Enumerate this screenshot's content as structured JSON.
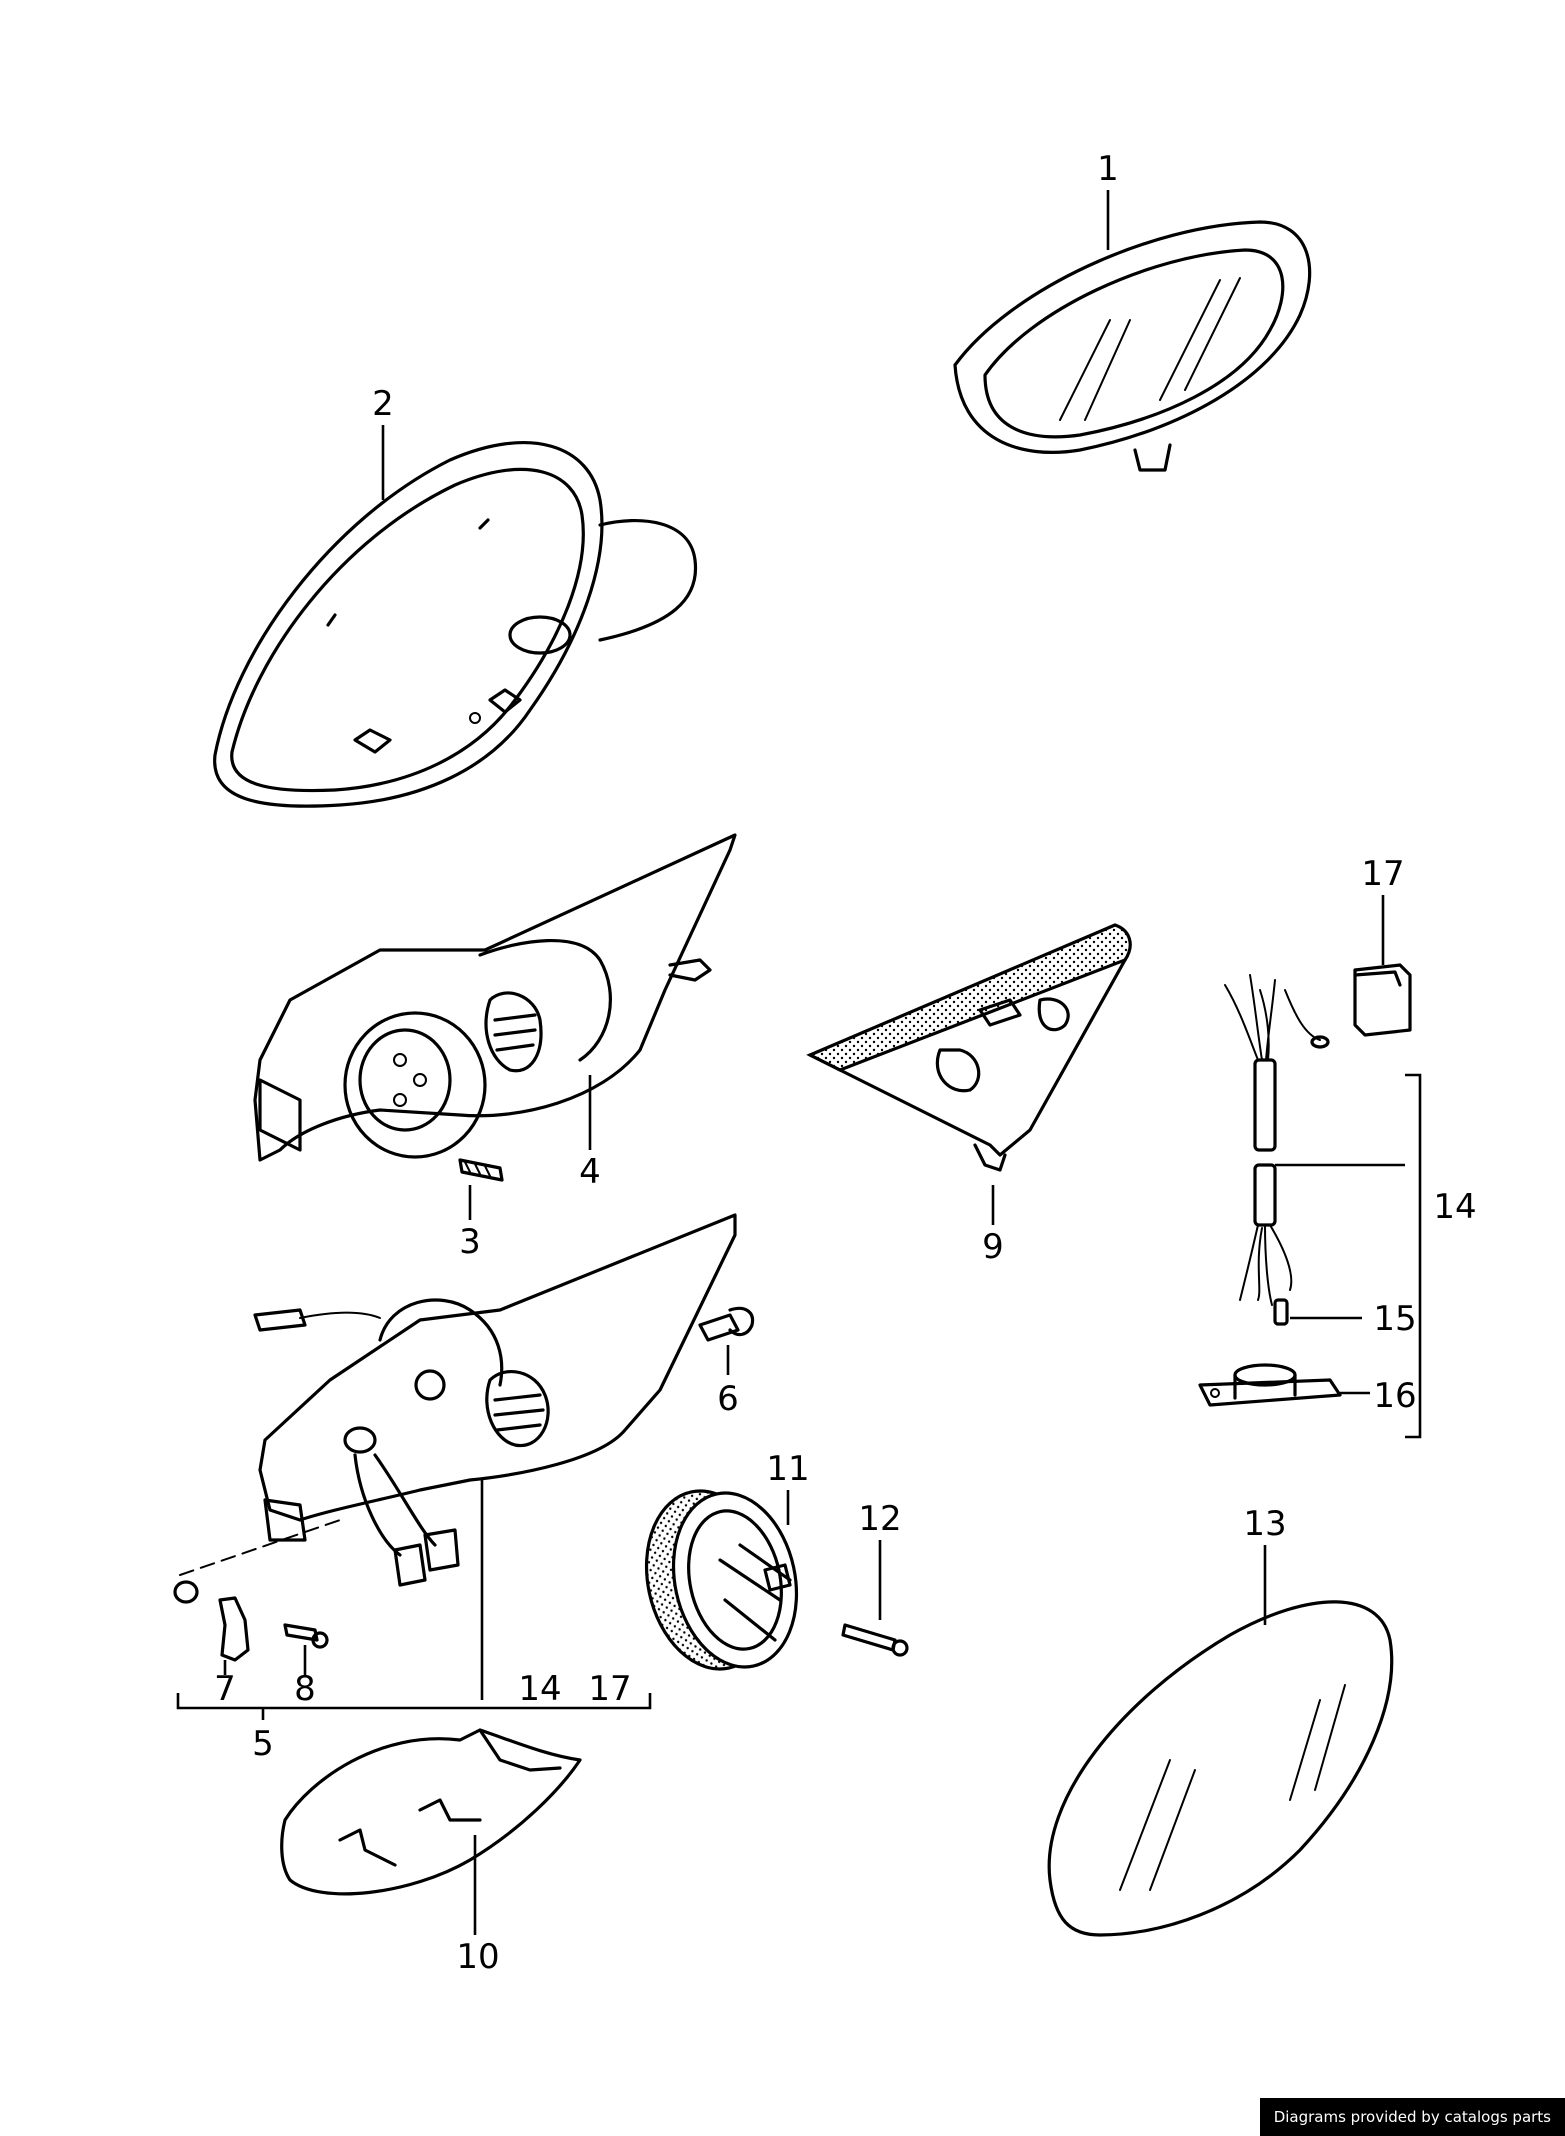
{
  "callouts": {
    "c1": "1",
    "c2": "2",
    "c3": "3",
    "c4": "4",
    "c5": "5",
    "c6": "6",
    "c7": "7",
    "c8": "8",
    "c9": "9",
    "c10": "10",
    "c11": "11",
    "c12": "12",
    "c13": "13",
    "c14a": "14",
    "c14b": "14",
    "c15": "15",
    "c16": "16",
    "c17a": "17",
    "c17b": "17"
  },
  "footer": {
    "credit": "Diagrams provided by catalogs parts"
  }
}
